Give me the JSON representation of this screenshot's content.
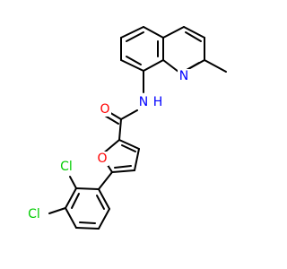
{
  "colors": {
    "bond": "#000000",
    "oxygen": "#FF0000",
    "nitrogen": "#0000FF",
    "chlorine": "#00CC00",
    "background": "#FFFFFF"
  },
  "atom_labels": {
    "carbonyl_oxygen": "O",
    "amide_nitrogen": "N",
    "amide_hydrogen": "H",
    "furan_oxygen": "O",
    "quinoline_nitrogen": "N",
    "chlorine_upper": "Cl",
    "chlorine_lower": "Cl"
  }
}
